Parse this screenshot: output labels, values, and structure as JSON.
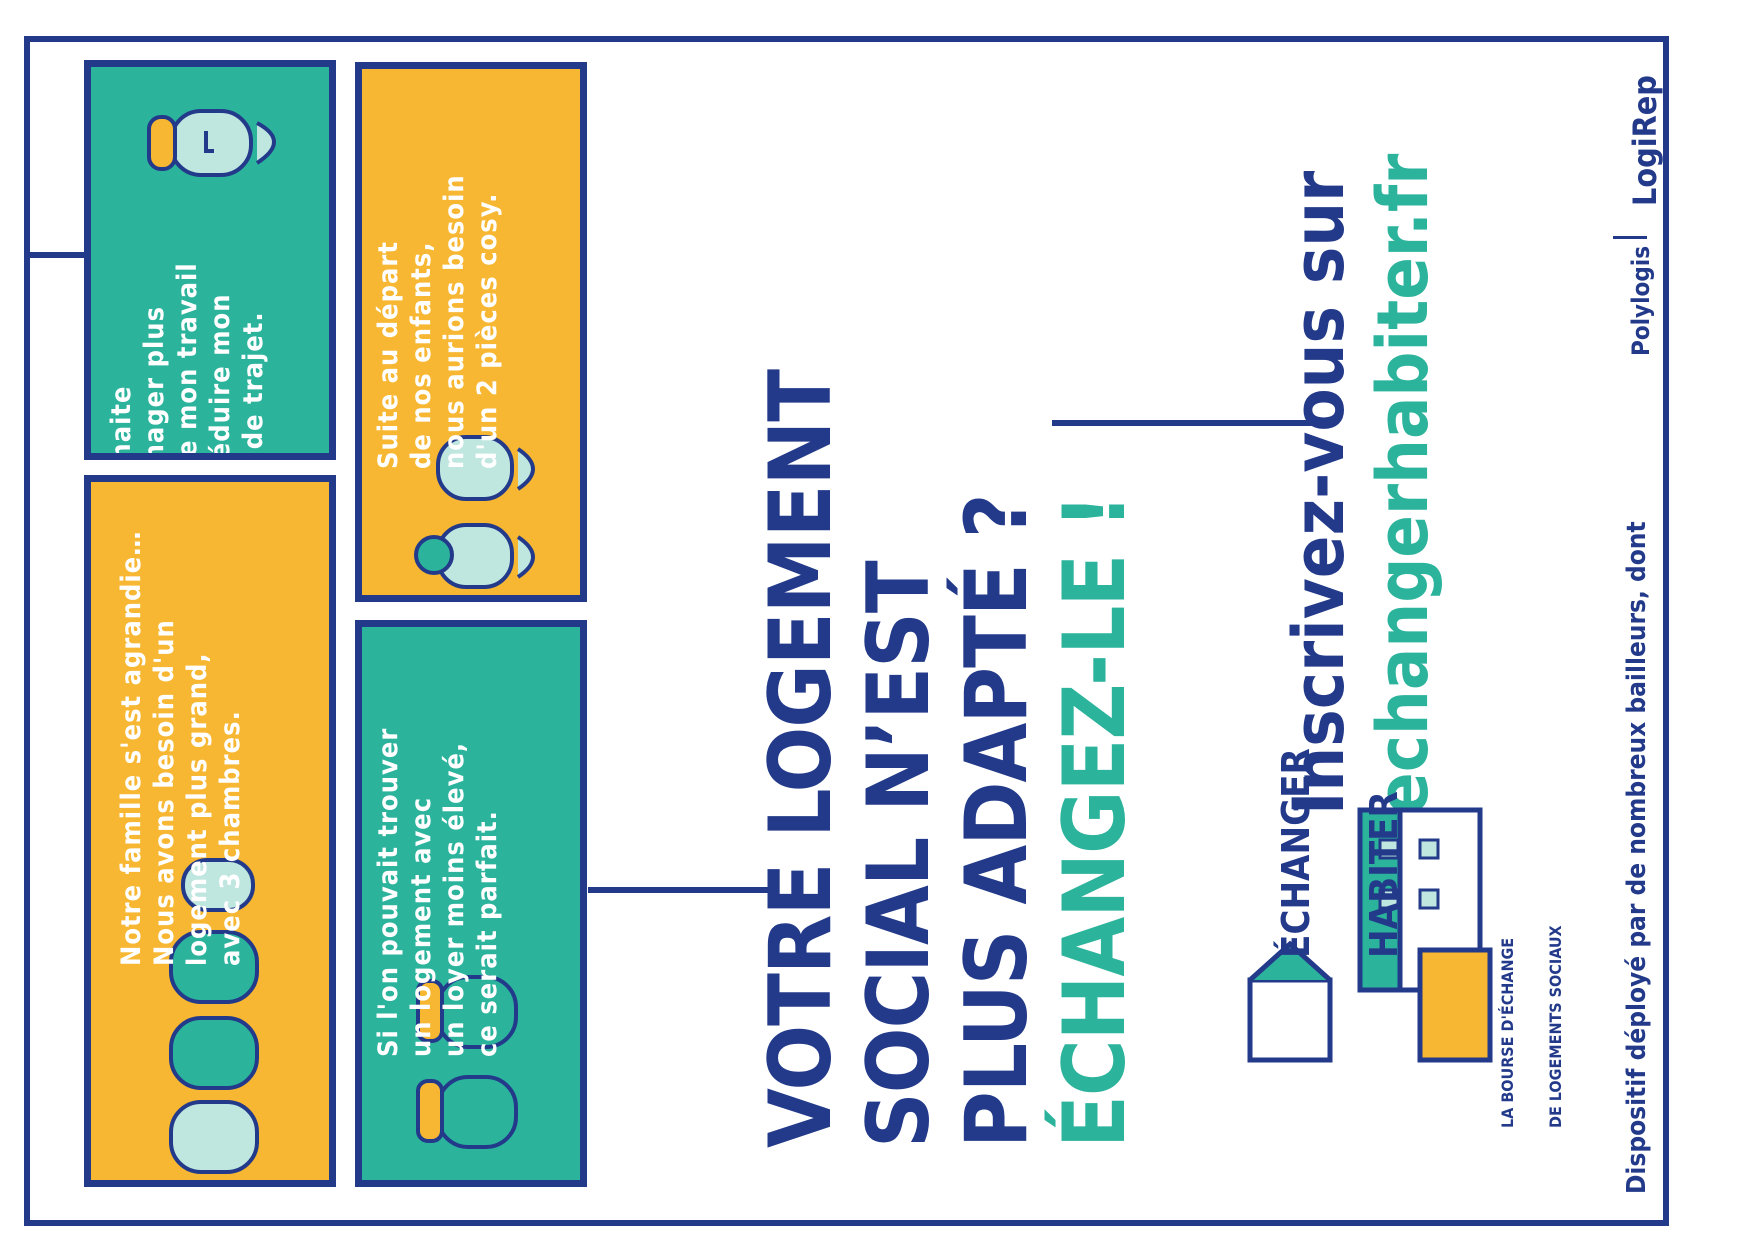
{
  "cards": {
    "card1": "Je souhaite\nemménager plus\nprès de mon travail\npour réduire mon\ntemps de trajet.",
    "card2": "Suite au départ\nde nos enfants,\nnous aurions besoin\nd'un 2 pièces cosy.",
    "card3": "Notre famille s'est agrandie…\nNous avons besoin d'un\nlogement plus grand,\navec 3 chambres.",
    "card4": "Si l'on pouvait trouver\nun logement avec\nun loyer moins élevé,\nce serait parfait."
  },
  "headline": {
    "line1": "VOTRE LOGEMENT SOCIAL N’EST",
    "line2": "PLUS ADAPTÉ ?",
    "accent": "ÉCHANGEZ-LE !"
  },
  "cta": {
    "line1": "Inscrivez-vous sur",
    "url": "echangerhabiter.fr"
  },
  "logo": {
    "name_line1": "ÉCHANGER",
    "name_line2": "HABITER",
    "tagline_line1": "LA BOURSE D'ÉCHANGE",
    "tagline_line2": "DE LOGEMENTS SOCIAUX"
  },
  "footer": {
    "text": "Dispositif déployé par de nombreux bailleurs, dont",
    "partner1": "Polylogis",
    "partner2": "LogiRep"
  },
  "colors": {
    "navy": "#233a8a",
    "teal": "#2bb39c",
    "yellow": "#f7b733",
    "light_teal": "#bfe6df"
  }
}
